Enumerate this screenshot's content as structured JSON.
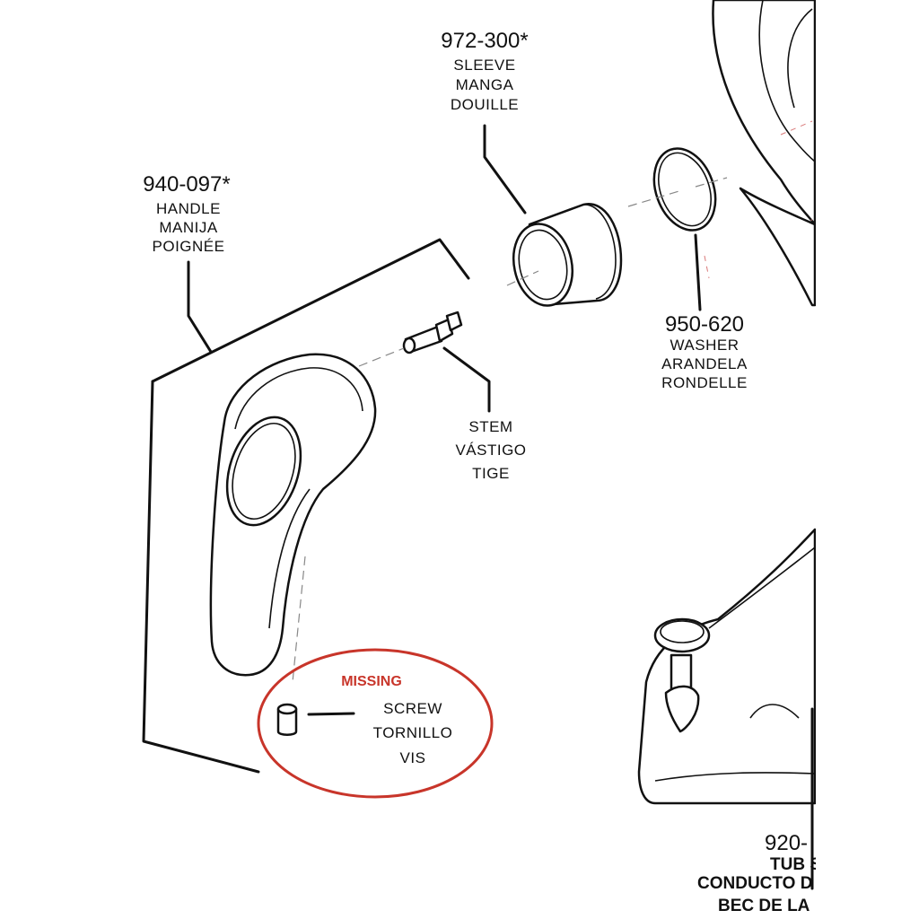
{
  "parts": {
    "sleeve": {
      "number": "972-300*",
      "en": "SLEEVE",
      "es": "MANGA",
      "fr": "DOUILLE"
    },
    "handle": {
      "number": "940-097*",
      "en": "HANDLE",
      "es": "MANIJA",
      "fr": "POIGNÉE"
    },
    "washer": {
      "number": "950-620",
      "en": "WASHER",
      "es": "ARANDELA",
      "fr": "RONDELLE"
    },
    "stem": {
      "en": "STEM",
      "es": "VÁSTIGO",
      "fr": "TIGE"
    },
    "screw": {
      "en": "SCREW",
      "es": "TORNILLO",
      "fr": "VIS",
      "status": "MISSING"
    },
    "tub_spout": {
      "number": "920-",
      "l1": "TUB S",
      "l2": "CONDUCTO D",
      "l3": "BEC DE LA"
    }
  },
  "colors": {
    "ink": "#111111",
    "highlight": "#c8352a"
  }
}
